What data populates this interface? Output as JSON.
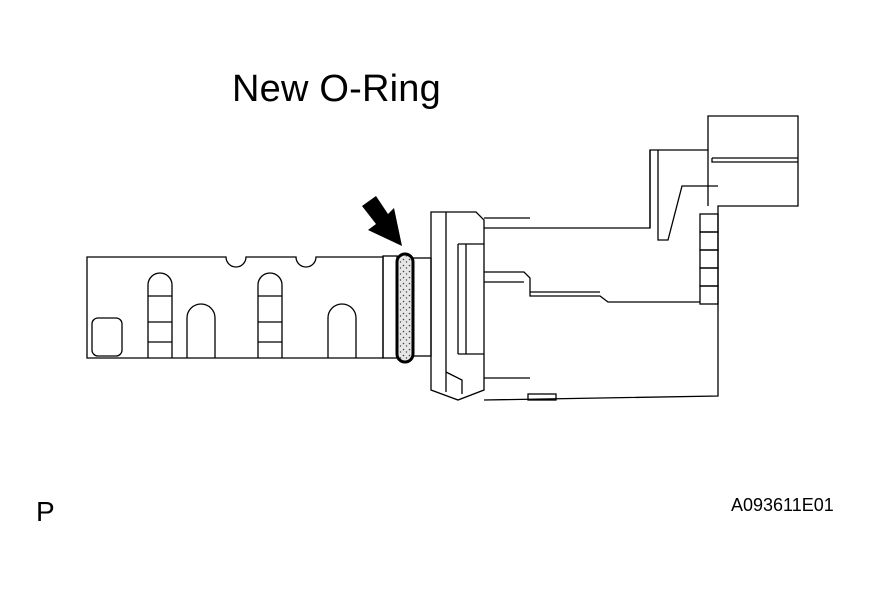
{
  "diagram": {
    "label": "New O-Ring",
    "view_code": "P",
    "figure_id": "A093611E01"
  },
  "colors": {
    "line": "#000000",
    "paper": "#ffffff",
    "oring_fill": "#d8d8d8"
  }
}
